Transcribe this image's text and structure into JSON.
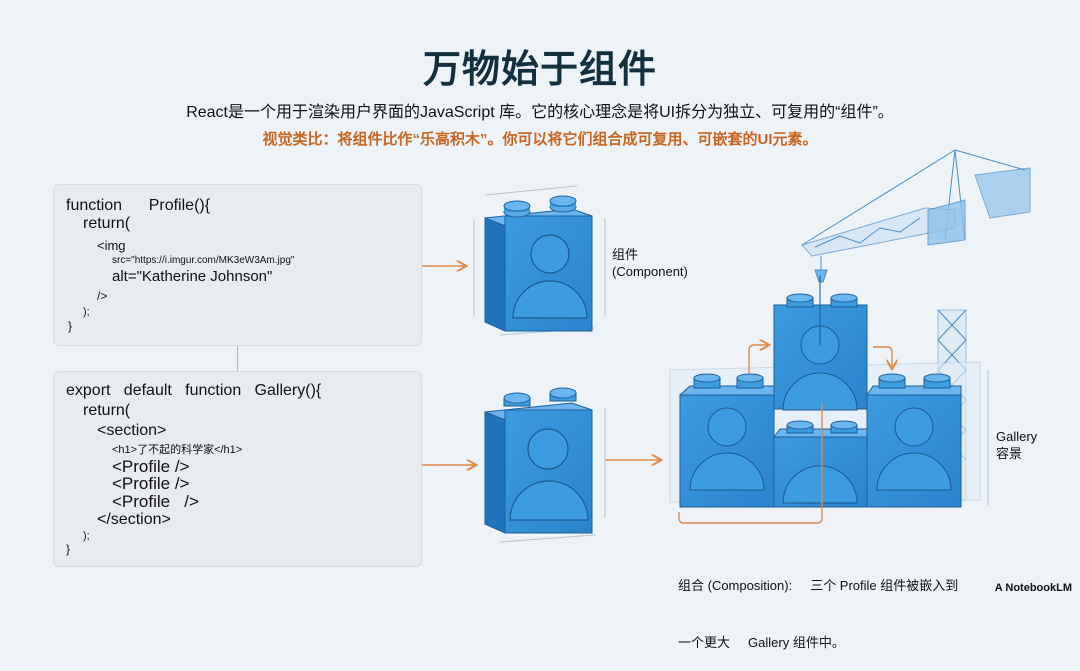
{
  "header": {
    "title": "万物始于组件",
    "subtitle": "React是一个用于渲染用户界面的JavaScript 库。它的核心理念是将UI拆分为独立、可复用的“组件”。",
    "analogy": "视觉类比：将组件比作“乐高积木”。你可以将它们组合成可复用、可嵌套的UI元素。"
  },
  "code_profile": {
    "lines": [
      "function      Profile(){",
      "return(",
      "<img",
      "src=\"https://i.imgur.com/MK3eW3Am.jpg\"",
      "alt=\"Katherine Johnson\"",
      "/>",
      ");",
      "}"
    ]
  },
  "code_gallery": {
    "lines": [
      "export   default   function   Gallery(){",
      "return(",
      "<section>",
      "<h1>了不起的科学家</h1>",
      "<Profile />",
      "<Profile />",
      "<Profile   />",
      "</section>",
      ");",
      "}"
    ]
  },
  "labels": {
    "component_cn": "组件",
    "component_en": "(Component)",
    "gallery_en": "Gallery",
    "gallery_cn": "容景",
    "composition_line1": "组合 (Composition):     三个 Profile 组件被嵌入到",
    "composition_line2": "一个更大     Gallery 组件中。"
  },
  "footer": {
    "credit": "A NotebookLM"
  },
  "colors": {
    "accent_orange": "#e08a4a",
    "brick_blue": "#2f8fd6",
    "title_dark": "#13303f"
  }
}
